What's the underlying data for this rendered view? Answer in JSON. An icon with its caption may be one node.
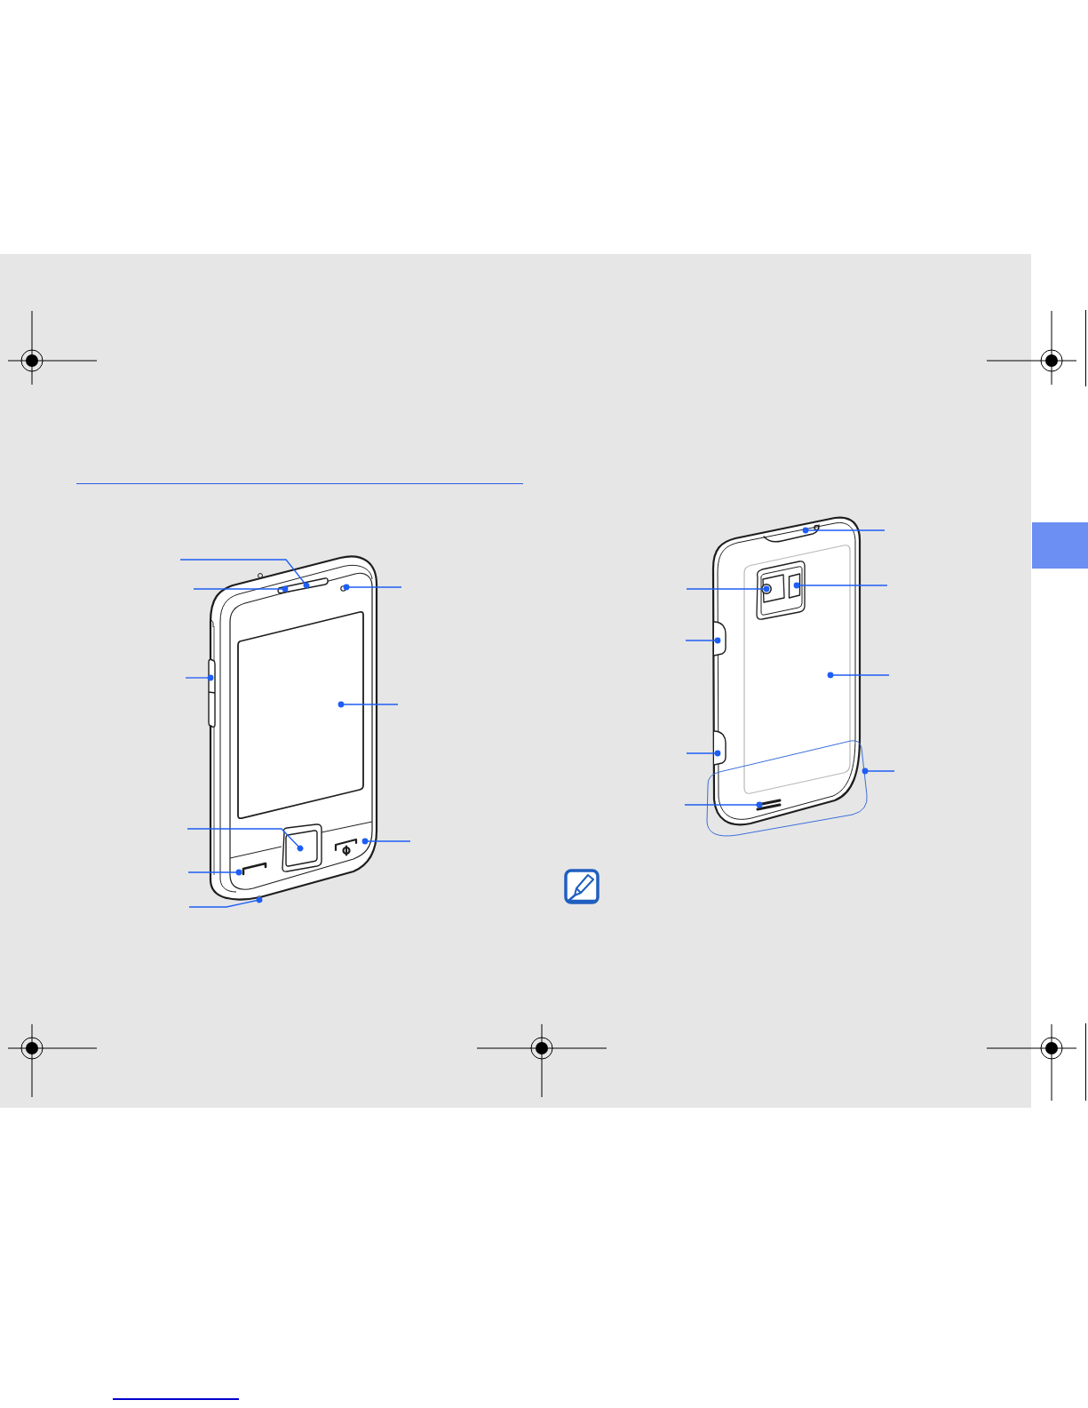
{
  "diagram": {
    "nodes": [
      {
        "text": [],
        "shape": "bar"
      },
      {
        "text": [],
        "shape": "circle"
      },
      {
        "text": [],
        "shape": "bar"
      },
      {
        "text": [],
        "shape": "box"
      },
      {
        "text": [],
        "shape": "box"
      },
      {
        "text": [],
        "shape": "picture"
      },
      {
        "text": [],
        "shape": "picture"
      },
      {
        "text": [],
        "shape": "circle"
      },
      {
        "text": [],
        "shape": "picture"
      },
      {
        "text": [],
        "shape": "circle",
        "in": 12
      },
      {
        "text": [],
        "shape": "box",
        "in": 12
      },
      {
        "text": [],
        "shape": "bar"
      },
      {
        "text": [],
        "shape": "box"
      },
      {
        "text": [],
        "shape": "bar"
      },
      {
        "text": [],
        "shape": "picture",
        "in": 15
      },
      {
        "text": [],
        "shape": "box"
      }
    ],
    "edges": [
      {
        "from": null,
        "to": 0,
        "arrow": "other"
      },
      {
        "from": null,
        "to": 0,
        "arrow": "other"
      },
      {
        "from": null,
        "to": 1,
        "arrow": "other"
      },
      {
        "from": null,
        "to": 2,
        "arrow": "other"
      },
      {
        "from": null,
        "to": 3,
        "arrow": "other"
      },
      {
        "from": null,
        "to": 4,
        "arrow": "other"
      },
      {
        "from": null,
        "to": 5,
        "arrow": "other"
      },
      {
        "from": null,
        "to": 6,
        "arrow": "other"
      },
      {
        "from": null,
        "to": 7,
        "arrow": "other"
      },
      {
        "from": null,
        "to": 8,
        "arrow": "other"
      },
      {
        "from": null,
        "to": 10,
        "arrow": "other"
      },
      {
        "from": null,
        "to": 9,
        "arrow": "other"
      },
      {
        "from": null,
        "to": 11,
        "arrow": "other"
      },
      {
        "from": null,
        "to": 12,
        "arrow": "other"
      },
      {
        "from": null,
        "to": 13,
        "arrow": "other"
      },
      {
        "from": null,
        "to": 15,
        "arrow": "other"
      },
      {
        "from": null,
        "to": 14,
        "arrow": "other"
      }
    ]
  }
}
